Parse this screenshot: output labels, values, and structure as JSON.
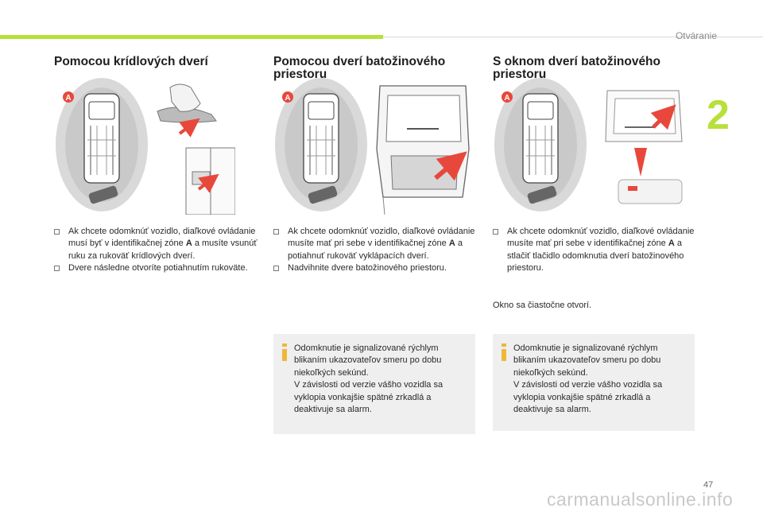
{
  "header": {
    "section": "Otváranie",
    "chapter": "2",
    "accent": "#b7e03a"
  },
  "columns": [
    {
      "title": "Pomocou krídlových dverí",
      "zone_letter": "A",
      "bullets": [
        "Ak chcete odomknúť vozidlo, diaľkové ovládanie musí byť v identifikačnej zóne A a musíte vsunúť ruku za rukoväť krídlových dverí.",
        "Dvere následne otvoríte potiahnutím rukoväte."
      ]
    },
    {
      "title": "Pomocou dverí batožinového priestoru",
      "zone_letter": "A",
      "bullets": [
        "Ak chcete odomknúť vozidlo, diaľkové ovládanie musíte mať pri sebe v identifikačnej zóne A a potiahnuť rukoväť vyklápacích dverí.",
        "Nadvihnite dvere batožinového priestoru."
      ],
      "info": "Odomknutie je signalizované rýchlym blikaním ukazovateľov smeru po dobu niekoľkých sekúnd.\nV závislosti od verzie vášho vozidla sa vyklopia vonkajšie spätné zrkadlá a deaktivuje sa alarm."
    },
    {
      "title": "S oknom dverí batožinového priestoru",
      "zone_letter": "A",
      "bullets": [
        "Ak chcete odomknúť vozidlo, diaľkové ovládanie musíte mať pri sebe v identifikačnej zóne A a stlačiť tlačidlo odomknutia dverí batožinového priestoru."
      ],
      "note": "Okno sa čiastočne otvorí.",
      "info": "Odomknutie je signalizované rýchlym blikaním ukazovateľov smeru po dobu niekoľkých sekúnd.\nV závislosti od verzie vášho vozidla sa vyklopia vonkajšie spätné zrkadlá a deaktivuje sa alarm."
    }
  ],
  "footer": {
    "page": "47",
    "watermark": "carmanualsonline.info"
  },
  "colors": {
    "zone_marker": "#e8483b",
    "arrow": "#e8483b",
    "info_icon": "#f0b63a",
    "box": "#efefef"
  }
}
